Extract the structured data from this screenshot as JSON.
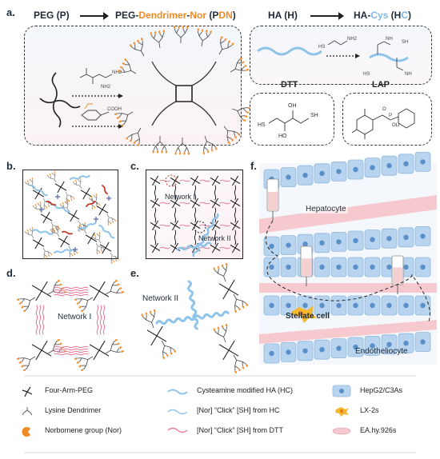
{
  "panel_a": {
    "label": "a.",
    "peg": "PEG (P)",
    "pdn_prefix": "PEG-",
    "pdn_dendrimer": "Dendrimer",
    "pdn_dash": "-",
    "pdn_nor": "Nor",
    "pdn_open": " (P",
    "pdn_d": "D",
    "pdn_n": "N",
    "pdn_close": ")",
    "ha": "HA (H)",
    "hac_prefix": "HA-",
    "hac_cys": "Cys",
    "hac_open": " (H",
    "hac_c": "C",
    "hac_close": ")",
    "dtt": "DTT",
    "lap": "LAP"
  },
  "panel_b": {
    "label": "b."
  },
  "panel_c": {
    "label": "c.",
    "network1": "Network I",
    "network2": "Network II"
  },
  "panel_d": {
    "label": "d.",
    "network1": "Network I"
  },
  "panel_e": {
    "label": "e.",
    "network2": "Network II"
  },
  "panel_f": {
    "label": "f.",
    "hepatocyte": "Hepatocyte",
    "stellate": "Stellate cell",
    "endothelio": "Endotheliocyte"
  },
  "legend": {
    "four_arm": "Four-Arm-PEG",
    "lysine": "Lysine Dendrimer",
    "norbornene": "Norbornene group (Nor)",
    "ha_mod": "Cysteamine modified HA (HC)",
    "click_hc": "[Nor] “Click” [SH] from HC",
    "click_dtt": "[Nor] “Click” [SH] from DTT",
    "hepg2": "HepG2/C3As",
    "lx2": "LX-2s",
    "eahy": "EA.hy.926s"
  },
  "colors": {
    "orange": "#f08a24",
    "blue": "#8ec3ea",
    "pink": "#e87f9a",
    "red": "#c0392b",
    "navy": "#1e2a38",
    "cell_blue": "#b8d4ef",
    "cell_pink": "#f6c9cf"
  }
}
